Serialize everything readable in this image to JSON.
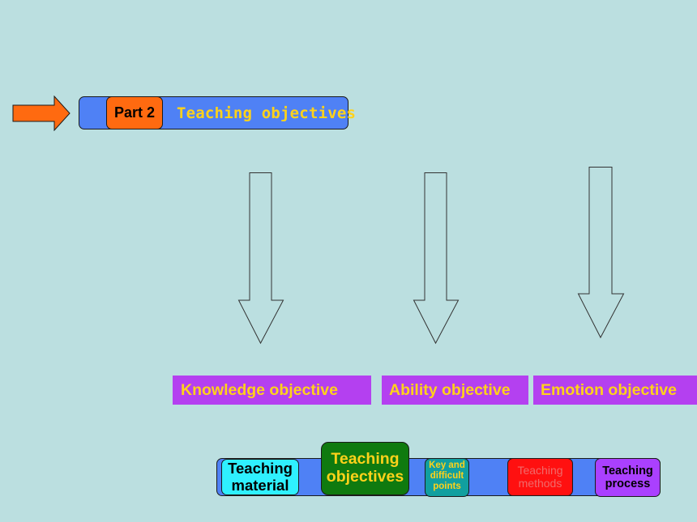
{
  "header": {
    "part_label": "Part 2",
    "title": "Teaching objectives"
  },
  "objectives": [
    {
      "label": "Knowledge objective"
    },
    {
      "label": "Ability objective"
    },
    {
      "label": "Emotion objective"
    }
  ],
  "nav": {
    "items": [
      {
        "line1": "Teaching",
        "line2": "material"
      },
      {
        "line1": "Teaching",
        "line2": "objectives"
      },
      {
        "line1": "Key and",
        "line2": "difficult",
        "line3": "points"
      },
      {
        "line1": "Teaching",
        "line2": "methods"
      },
      {
        "line1": "Teaching",
        "line2": "process"
      }
    ]
  },
  "colors": {
    "background": "#bbdfe0",
    "bar_blue": "#4f81f5",
    "accent_orange": "#ff6a10",
    "label_purple": "#b440f0",
    "text_yellow": "#ffd21a",
    "material_cyan": "#2ff0ff",
    "objectives_green": "#0f7a0f",
    "keypoints_teal": "#119f9f",
    "methods_red": "#ff1010",
    "process_violet": "#aa40ff"
  }
}
